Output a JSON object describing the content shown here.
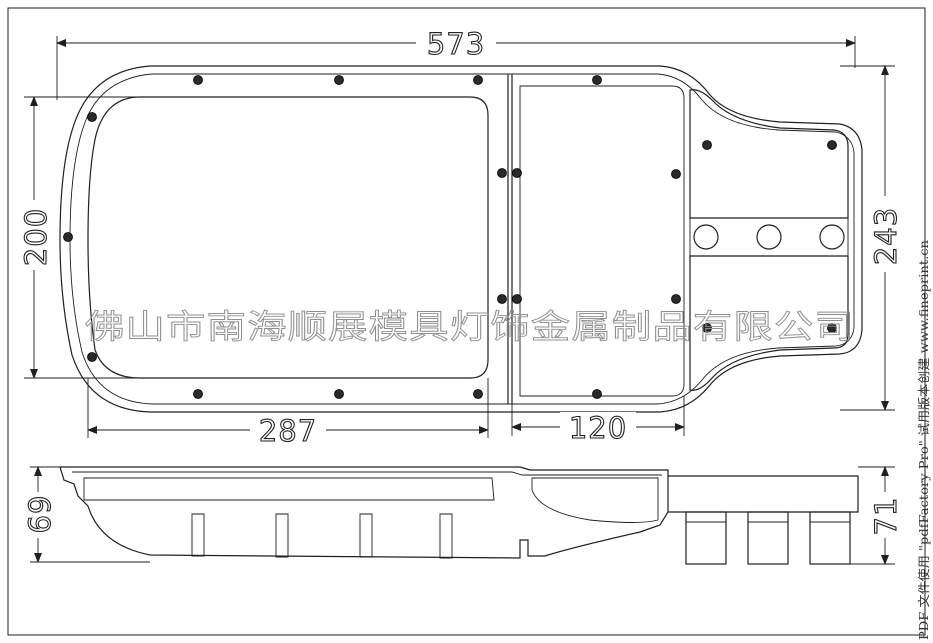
{
  "dimensions": {
    "overall_length": "573",
    "body_height": "200",
    "overall_height": "243",
    "lamp_section_length": "287",
    "middle_section_length": "120",
    "side_left_height": "69",
    "side_right_height": "71"
  },
  "watermark": "佛山市南海顺展模具灯饰金属制品有限公司",
  "side_note": "PDF 文件使用 \"pdfFactory Pro\" 试用版本创建 www.fineprint.cn",
  "colors": {
    "line": "#1f1f1f",
    "watermark": "#8f8f8f",
    "background": "#ffffff"
  }
}
